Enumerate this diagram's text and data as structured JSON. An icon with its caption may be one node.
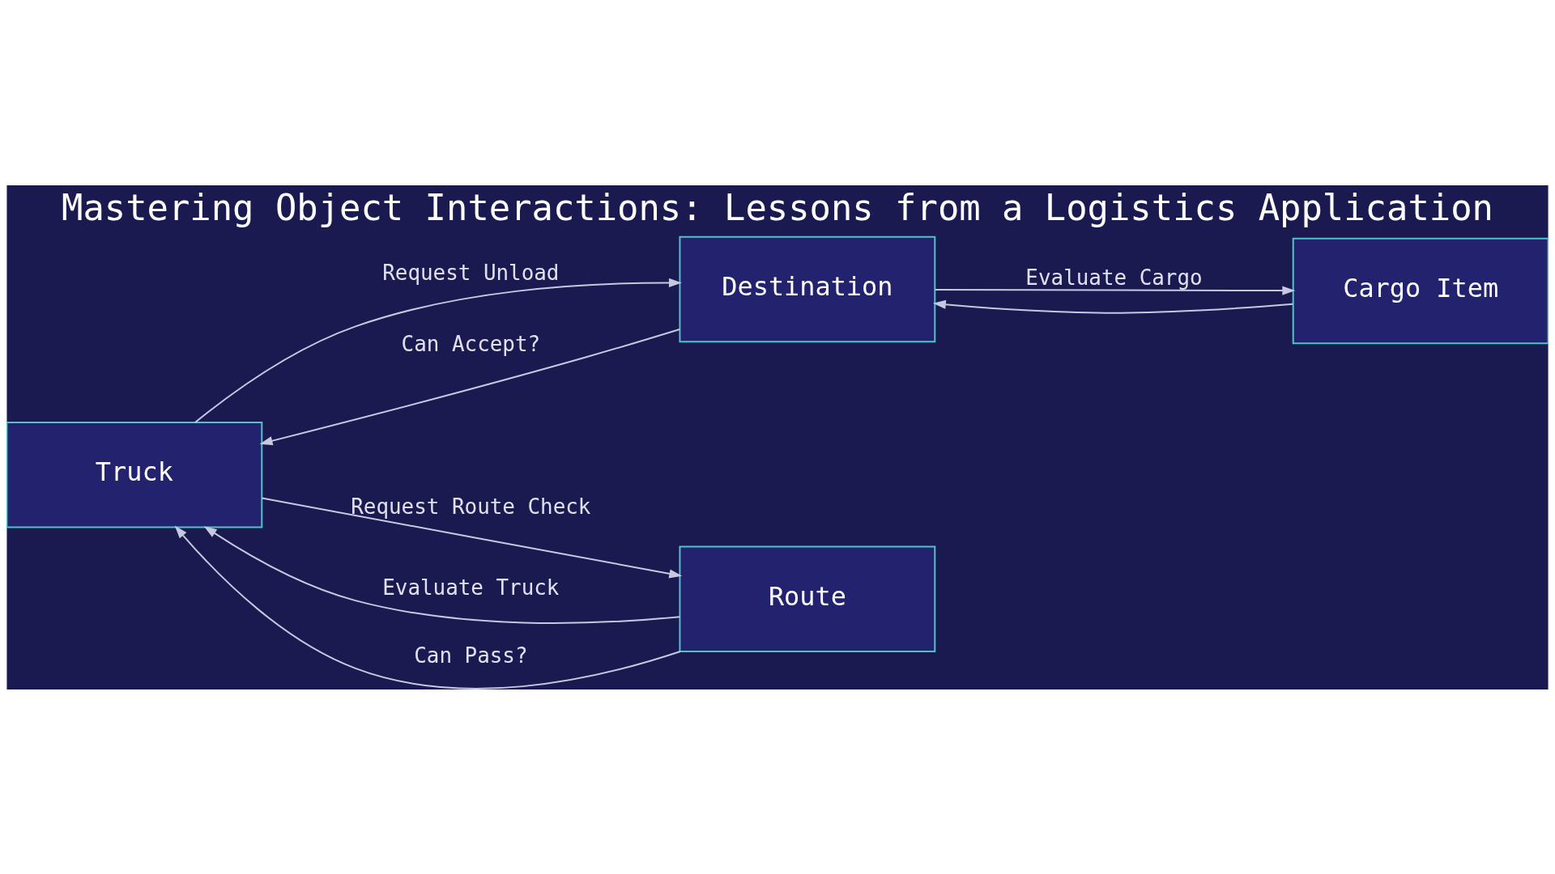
{
  "diagram": {
    "title": "Mastering Object Interactions: Lessons from a Logistics Application",
    "nodes": [
      {
        "text": [
          "Truck"
        ]
      },
      {
        "text": [
          "Destination"
        ]
      },
      {
        "text": [
          "Cargo Item"
        ]
      },
      {
        "text": [
          "Route"
        ]
      }
    ],
    "edges": [
      {
        "from": 0,
        "to": 1,
        "arrow": "to",
        "label": "Request Unload"
      },
      {
        "from": 1,
        "to": 0,
        "arrow": "to",
        "label": "Can Accept?"
      },
      {
        "from": 1,
        "to": 2,
        "arrow": "to",
        "label": "Evaluate Cargo"
      },
      {
        "from": 2,
        "to": 1,
        "arrow": "to"
      },
      {
        "from": 0,
        "to": 3,
        "arrow": "to",
        "label": "Request Route Check"
      },
      {
        "from": 3,
        "to": 0,
        "arrow": "to",
        "label": "Evaluate Truck"
      },
      {
        "from": 3,
        "to": 0,
        "arrow": "to",
        "label": "Can Pass?"
      }
    ]
  }
}
